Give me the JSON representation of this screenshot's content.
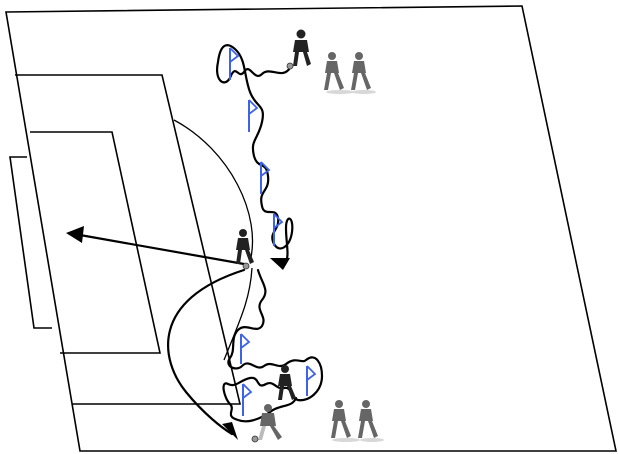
{
  "diagram": {
    "background": "#ffffff",
    "line_color": "#000000",
    "flag_color": "#3e63e6",
    "players": [
      {
        "name": "coach-dribbler-top"
      },
      {
        "name": "waiting-players-top"
      },
      {
        "name": "center-player-with-ball"
      },
      {
        "name": "bottom-dribbler"
      },
      {
        "name": "bottom-shooter"
      },
      {
        "name": "waiting-players-bottom"
      }
    ],
    "flags": [
      {
        "name": "flag-top-1"
      },
      {
        "name": "flag-top-2"
      },
      {
        "name": "flag-top-3"
      },
      {
        "name": "flag-top-4"
      },
      {
        "name": "flag-bottom-1"
      },
      {
        "name": "flag-bottom-2"
      },
      {
        "name": "flag-bottom-3"
      }
    ]
  }
}
